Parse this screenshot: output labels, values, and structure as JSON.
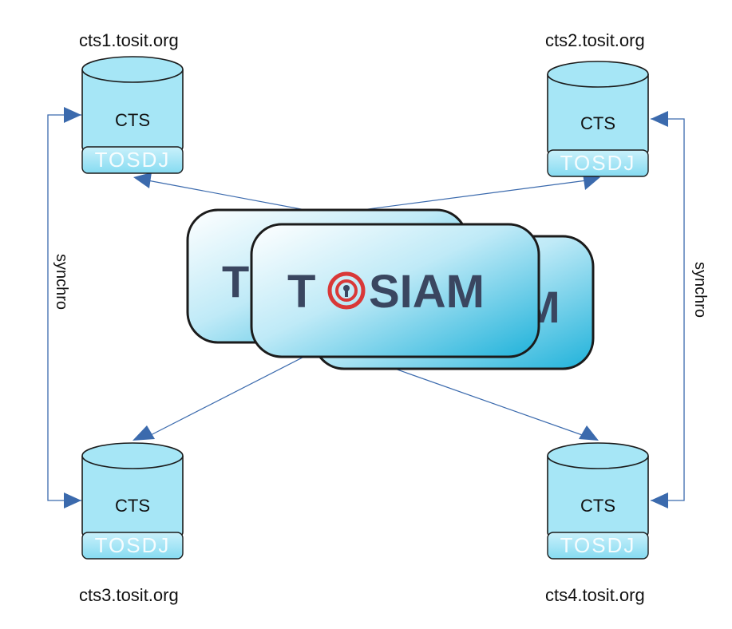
{
  "servers": [
    {
      "host": "cts1.tosit.org",
      "db_label": "CTS",
      "badge": "TOSDJ"
    },
    {
      "host": "cts2.tosit.org",
      "db_label": "CTS",
      "badge": "TOSDJ"
    },
    {
      "host": "cts3.tosit.org",
      "db_label": "CTS",
      "badge": "TOSDJ"
    },
    {
      "host": "cts4.tosit.org",
      "db_label": "CTS",
      "badge": "TOSDJ"
    }
  ],
  "sync_left": "synchro",
  "sync_right": "synchro",
  "central": {
    "brand_prefix": "T",
    "brand_suffix": "SIAM",
    "back_letter_left": "T",
    "back_letter_right": "M"
  },
  "colors": {
    "cylinder": "#a6e6f6",
    "badge": "#8fdef2",
    "panel": "#2bb7dc",
    "brand": "#3a4660",
    "accent": "#d93838",
    "line": "#3b6aad"
  }
}
